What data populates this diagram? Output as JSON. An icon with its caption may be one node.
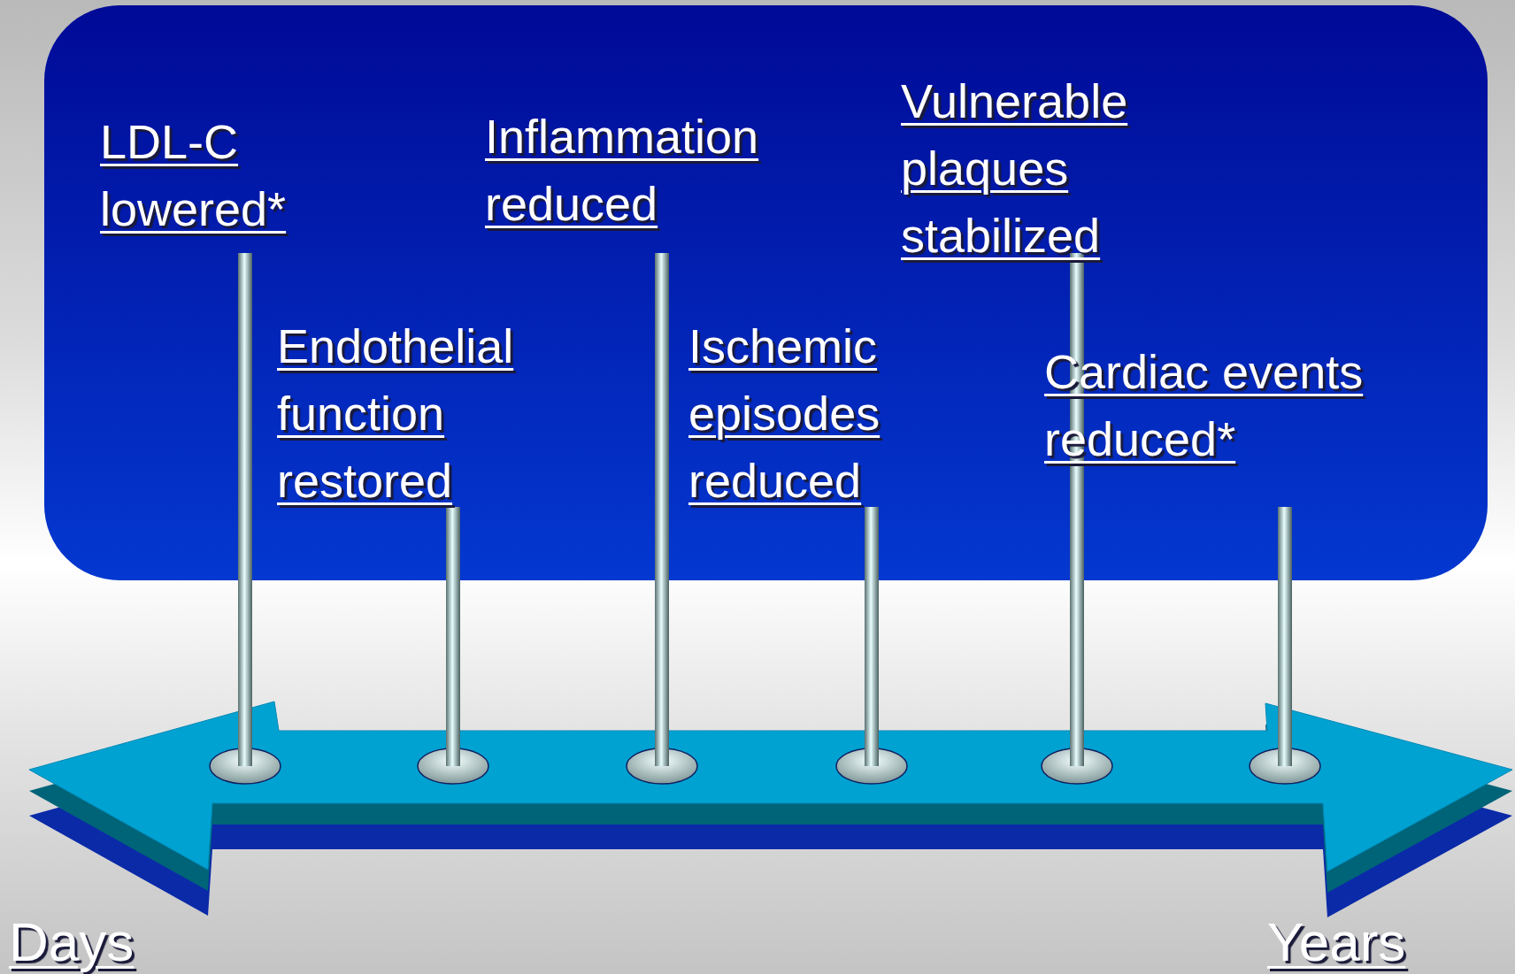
{
  "diagram": {
    "labels": [
      "LDL-C lowered*",
      "Inflammation reduced",
      "Vulnerable plaques stabilized",
      "Endothelial function restored",
      "Ischemic episodes reduced",
      "Cardiac events reduced*",
      "Days",
      "Years"
    ]
  }
}
